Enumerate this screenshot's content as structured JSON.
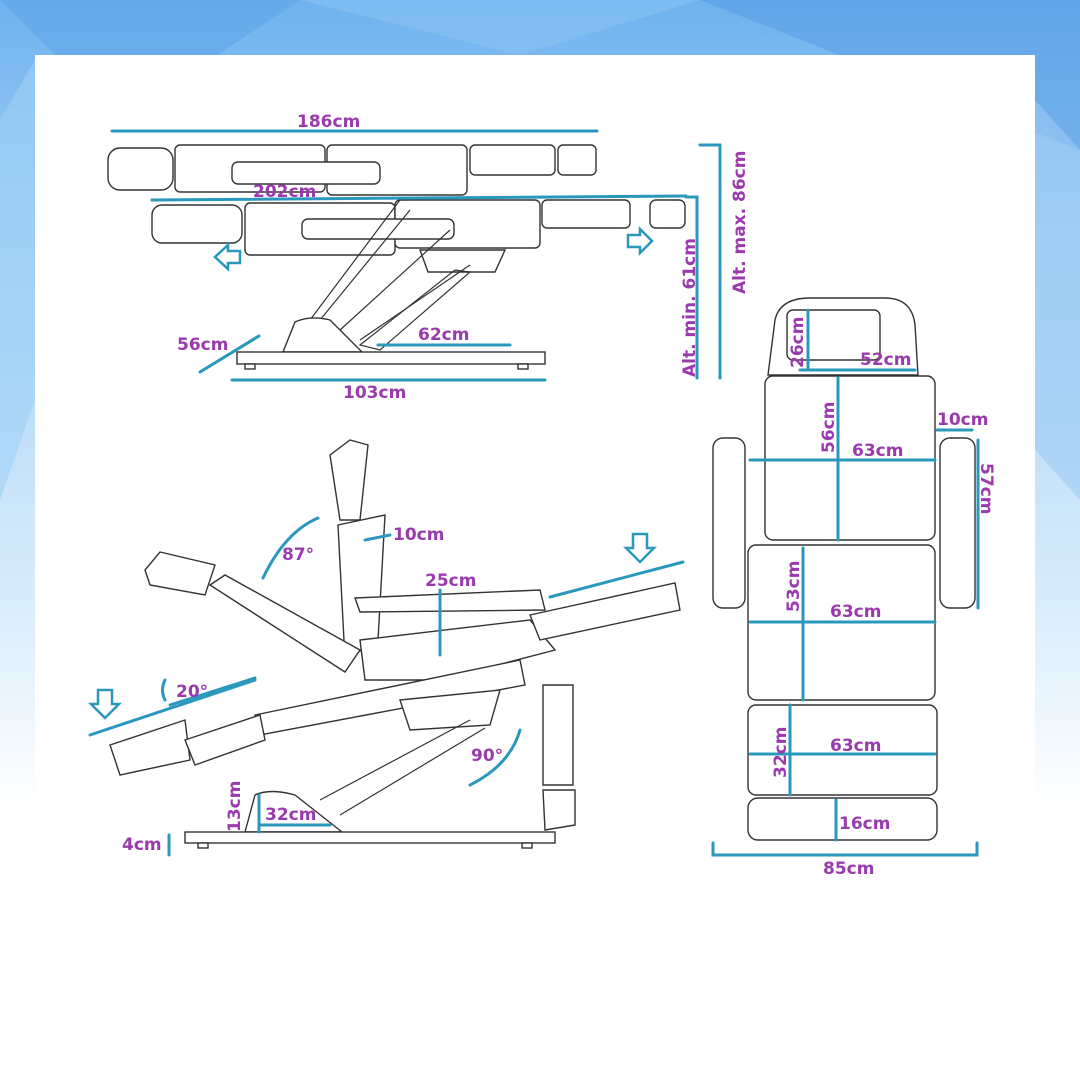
{
  "colors": {
    "dimension_line": "#2a97bd",
    "label": "#9a3aae",
    "outline": "#333333"
  },
  "side_view_flat": {
    "total_length": "186cm",
    "extended_length": "202cm",
    "base_depth": "56cm",
    "base_inner": "62cm",
    "base_length": "103cm",
    "height_min": "Alt. min. 61cm",
    "height_max": "Alt. max. 86cm"
  },
  "top_view": {
    "headrest_height": "26cm",
    "headrest_width": "52cm",
    "armrest_width": "10cm",
    "armrest_length": "57cm",
    "backrest_length": "56cm",
    "backrest_width": "63cm",
    "seat_length": "53cm",
    "seat_width": "63cm",
    "leg_length": "32cm",
    "leg_width": "63cm",
    "foot_length": "16cm",
    "total_width": "85cm"
  },
  "side_view_reclined": {
    "back_angle": "87°",
    "armrest_thickness": "10cm",
    "armrest_height": "25cm",
    "tilt_angle": "20°",
    "leg_angle": "90°",
    "pedestal_height": "13cm",
    "pedestal_width": "32cm",
    "base_height": "4cm"
  }
}
